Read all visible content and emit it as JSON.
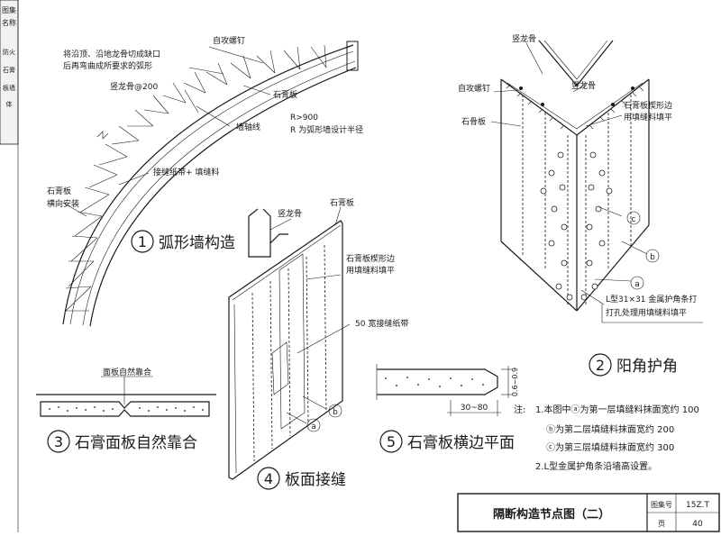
{
  "side_strip": {
    "lines": [
      "图集",
      "名称",
      "防火",
      "石膏",
      "板墙",
      "体"
    ]
  },
  "fig1": {
    "number": "1",
    "title": "弧形墙构造",
    "labels": {
      "cut_note_1": "将沿顶、沿地龙骨切成缺口",
      "cut_note_2": "后再弯曲成所要求的弧形",
      "stud": "竖龙骨@200",
      "screw": "自攻螺钉",
      "board": "石膏板",
      "axis": "墙轴线",
      "r1": "R>900",
      "r2": "R 为弧形墙设计半径",
      "joint": "接缝纸带+ 填缝料",
      "board_h1": "石膏板",
      "board_h2": "横向安装"
    }
  },
  "fig2": {
    "number": "2",
    "title": "阳角护角",
    "labels": {
      "stud": "竖龙骨",
      "screw": "自攻螺钉",
      "stud2": "竖龙骨",
      "board": "石骨板",
      "wedge_1": "石膏板楔形边",
      "wedge_2": "用填缝料填平",
      "c": "c",
      "b": "b",
      "a": "a",
      "corner_1": "L型31×31 金属护角条打",
      "corner_2": "打孔处理用填缝料填平"
    }
  },
  "fig3": {
    "number": "3",
    "title": "石膏面板自然靠合",
    "label": "面板自然靠合"
  },
  "fig4": {
    "number": "4",
    "title": "板面接缝",
    "labels": {
      "stud": "竖龙骨",
      "board": "石膏板",
      "wedge_1": "石膏板楔形边",
      "wedge_2": "用填缝料填平",
      "tape": "50 宽接缝纸带",
      "b": "b",
      "a": "a"
    }
  },
  "fig5": {
    "number": "5",
    "title": "石膏板横边平面",
    "dim_v": "0.6~0.9",
    "dim_h": "30~80"
  },
  "notes": {
    "prefix": "注:",
    "line1": "1.本图中ⓐ为第一层填缝料抹面宽约 100",
    "line2": "ⓑ为第二层填缝料抹面宽约 200",
    "line3": "ⓒ为第三层填缝料抹面宽约 300",
    "line4": "2.L型金属护角条沿墙高设置。"
  },
  "title_block": {
    "title": "隔断构造节点图（二）",
    "atlas_label": "图集号",
    "atlas_value": "15Z.T",
    "page_label": "页",
    "page_value": "40"
  }
}
